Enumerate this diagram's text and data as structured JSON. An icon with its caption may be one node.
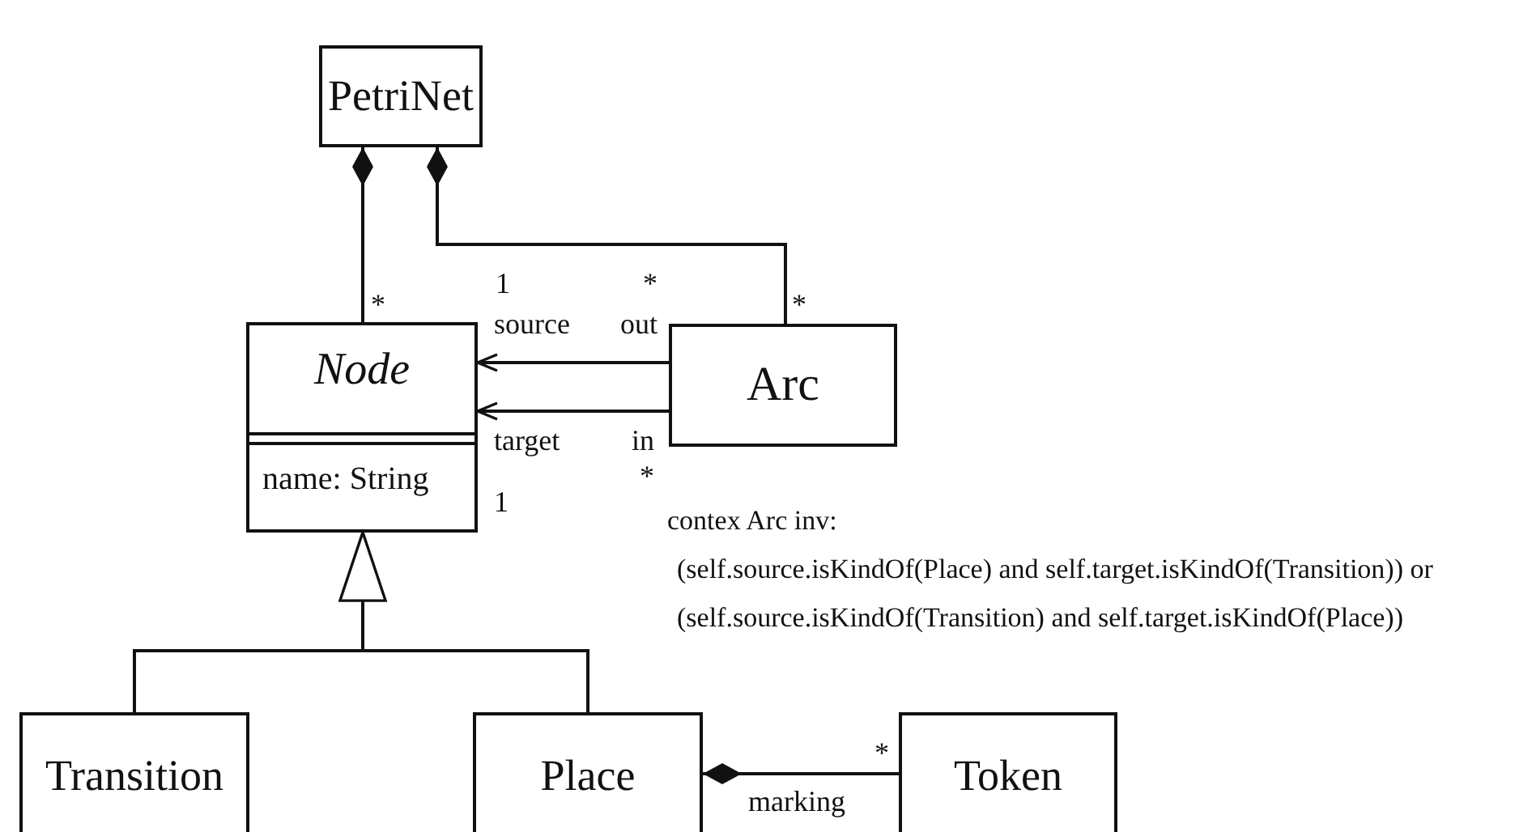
{
  "diagram": {
    "nodes": [
      {
        "text": [
          "PetriNet"
        ]
      },
      {
        "text": [
          "Node",
          "name: String"
        ]
      },
      {
        "text": [
          "Arc"
        ]
      },
      {
        "text": [
          "Transition"
        ]
      },
      {
        "text": [
          "Place"
        ]
      },
      {
        "text": [
          "Token"
        ]
      }
    ],
    "edges": [
      {
        "from": 1,
        "to": 0,
        "arrow": "other",
        "label": "*"
      },
      {
        "from": 2,
        "to": 0,
        "arrow": "other",
        "label": "*"
      },
      {
        "from": 2,
        "to": 1,
        "arrow": "to",
        "label": "source"
      },
      {
        "from": 2,
        "to": 1,
        "arrow": "to",
        "label": "target"
      },
      {
        "from": 3,
        "to": 1,
        "arrow": "to"
      },
      {
        "from": 4,
        "to": 1,
        "arrow": "to"
      },
      {
        "from": 5,
        "to": 4,
        "arrow": "other",
        "label": "marking"
      }
    ],
    "labels": [
      "1",
      "*",
      "out",
      "in",
      "*",
      "1",
      "contex Arc inv:",
      "(self.source.isKindOf(Place) and self.target.isKindOf(Transition)) or",
      "(self.source.isKindOf(Transition) and self.target.isKindOf(Place))",
      "*"
    ]
  }
}
